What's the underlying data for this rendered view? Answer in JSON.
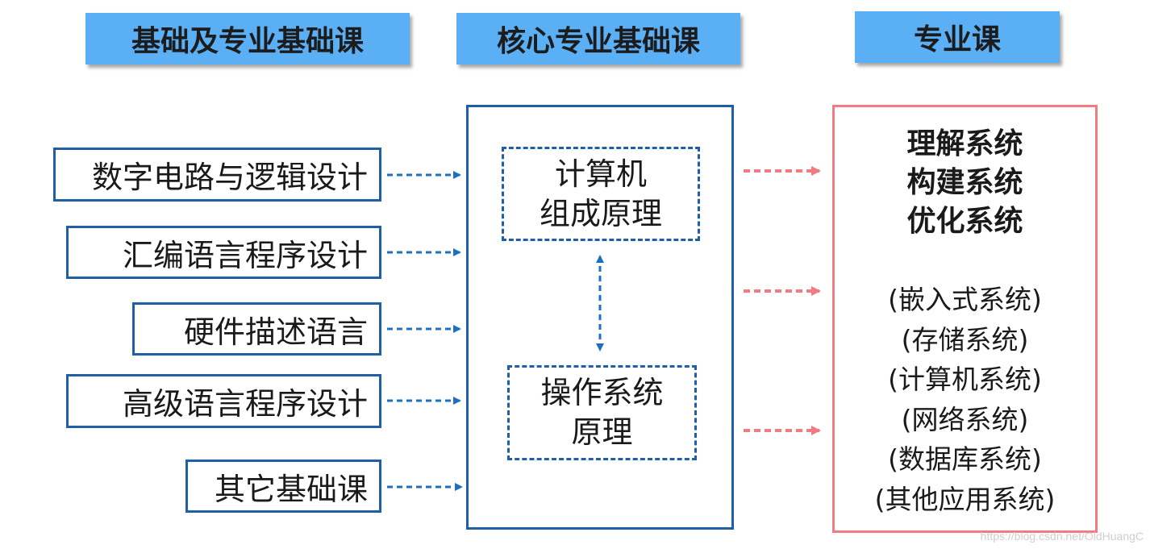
{
  "headers": [
    "基础及专业基础课",
    "核心专业基础课",
    "专业课"
  ],
  "foundation_courses": [
    "数字电路与逻辑设计",
    "汇编语言程序设计",
    "硬件描述语言",
    "高级语言程序设计",
    "其它基础课"
  ],
  "core_courses": [
    [
      "计算机",
      "组成原理"
    ],
    [
      "操作系统",
      "原理"
    ]
  ],
  "goals": [
    "理解系统",
    "构建系统",
    "优化系统"
  ],
  "specialized_courses": [
    "(嵌入式系统)",
    "(存储系统)",
    "(计算机系统)",
    "(网络系统)",
    "(数据库系统)",
    "(其他应用系统)"
  ],
  "colors": {
    "header_bg": "#5aaff5",
    "blue_border": "#1f5fa8",
    "arrow_blue": "#1f6fbf",
    "arrow_pink": "#f07b80",
    "pro_border": "#f07b80"
  },
  "watermark": "https://blog.csdn.net/OldHuangC"
}
